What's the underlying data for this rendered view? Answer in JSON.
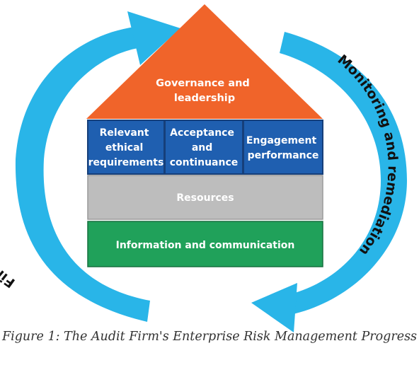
{
  "diagram": {
    "roof_label": [
      "Governance and",
      "leadership"
    ],
    "pillars": [
      {
        "lines": [
          "Relevant",
          "ethical",
          "requirements"
        ]
      },
      {
        "lines": [
          "Acceptance",
          "and",
          "continuance"
        ]
      },
      {
        "lines": [
          "Engagement",
          "performance"
        ]
      }
    ],
    "resources_label": "Resources",
    "foundation_label": "Information and communication",
    "left_cycle_label": "Firm's risk assessment process",
    "right_cycle_label": "Monitoring and remediation"
  },
  "caption": "Figure 1: The Audit Firm's Enterprise Risk Management Progress",
  "colors": {
    "arrow": "#29b5e8",
    "roof": "#f0642a",
    "pillar": "#1f5fb0",
    "resources": "#bdbdbd",
    "foundation": "#20a15a"
  }
}
